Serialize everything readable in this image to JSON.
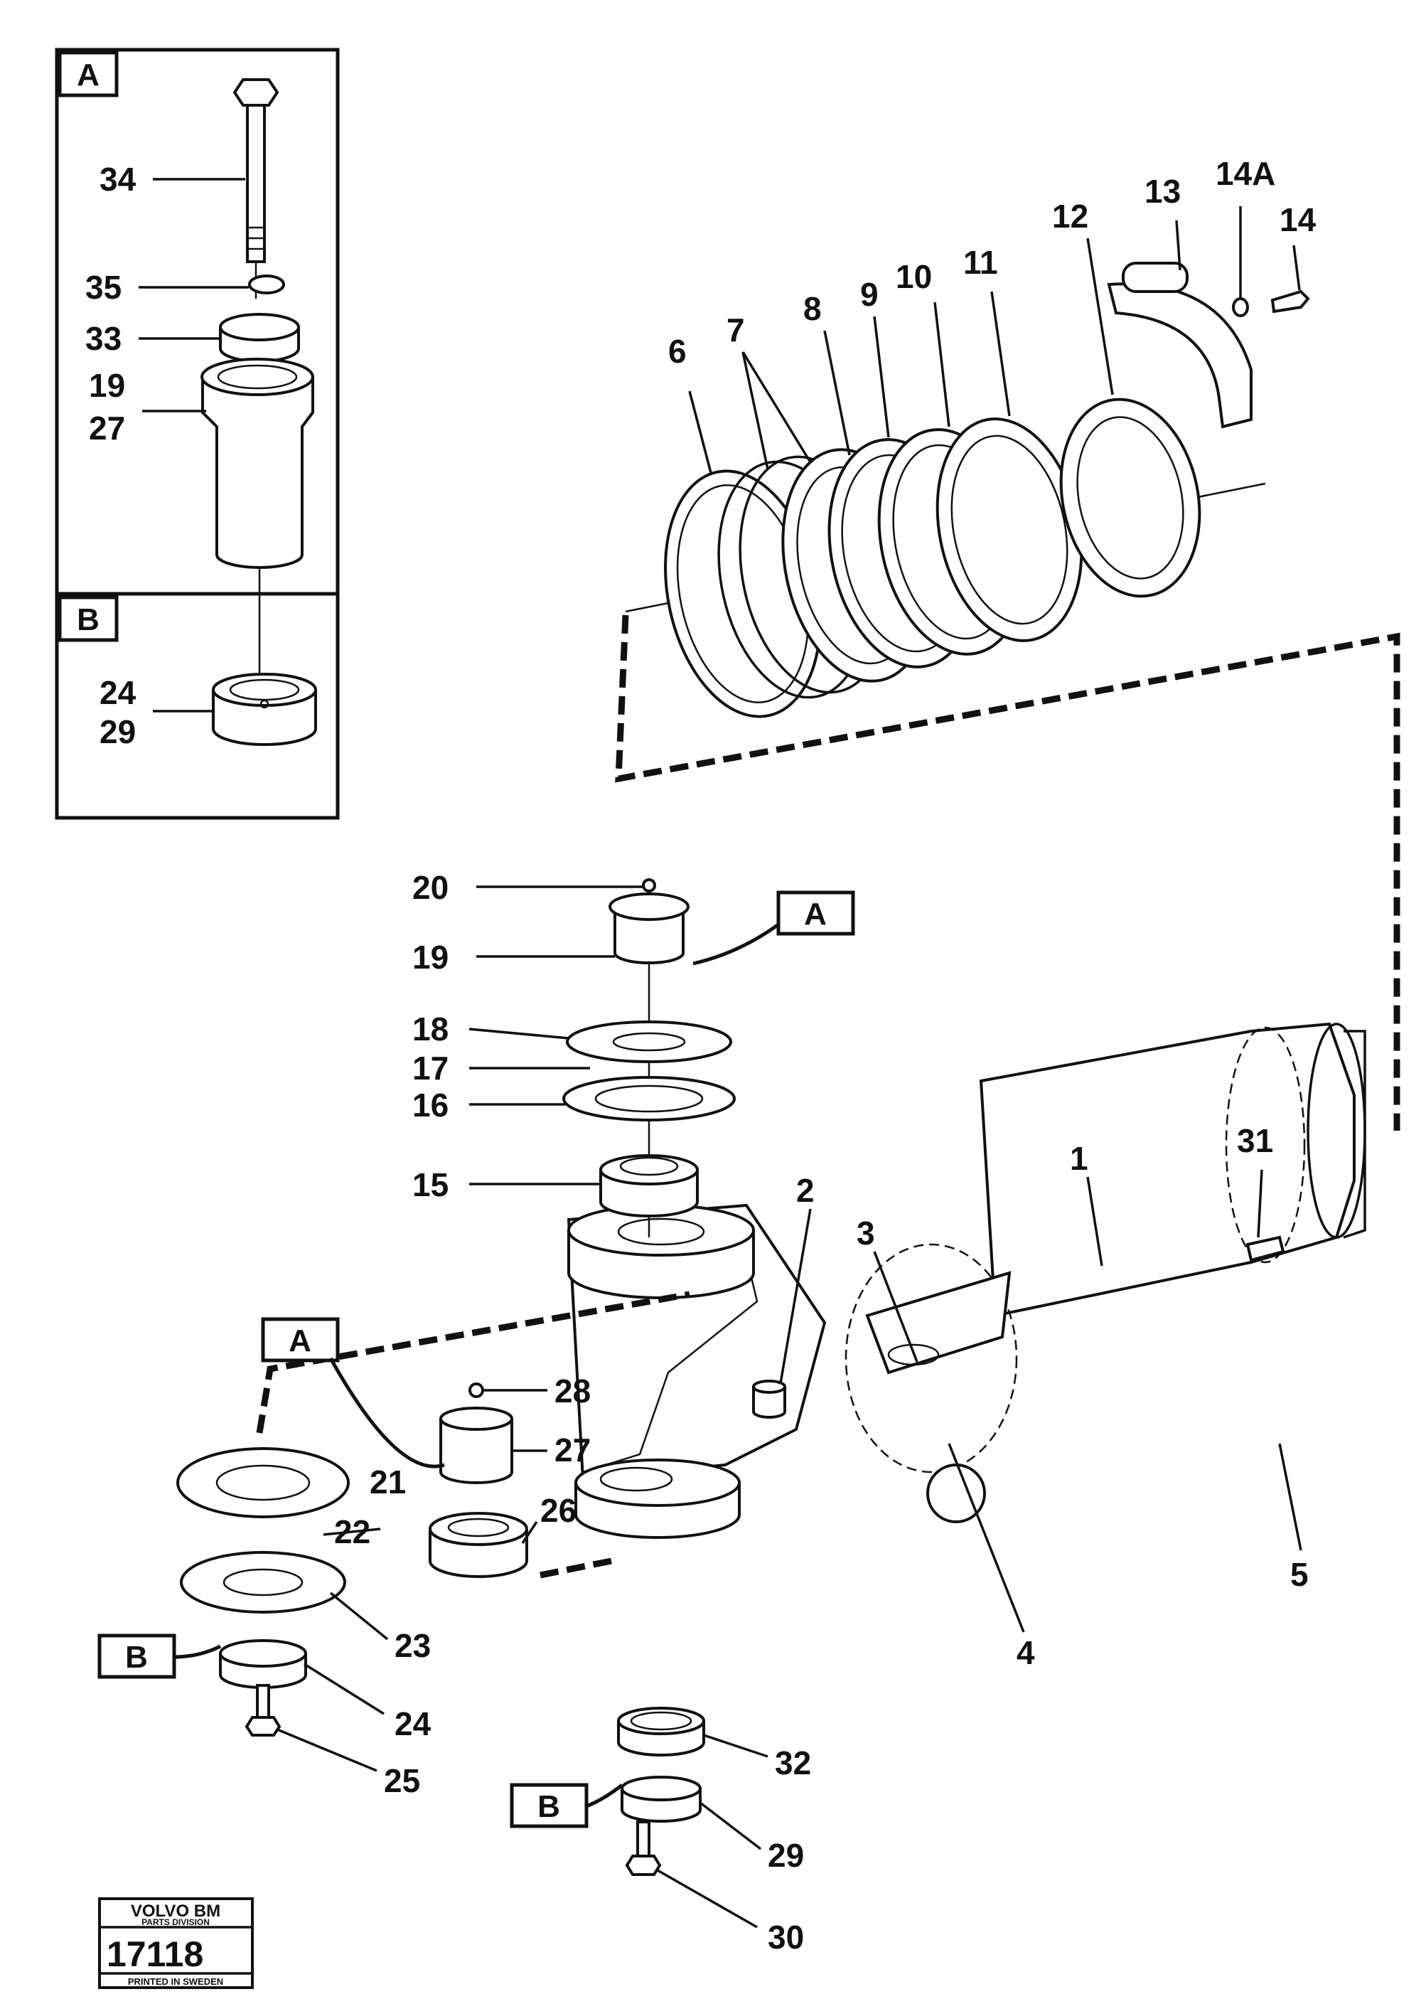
{
  "callouts": [
    "1",
    "2",
    "3",
    "4",
    "5",
    "6",
    "7",
    "8",
    "9",
    "10",
    "11",
    "12",
    "13",
    "14A",
    "14",
    "15",
    "16",
    "17",
    "18",
    "19",
    "20",
    "21",
    "22",
    "23",
    "24",
    "25",
    "26",
    "27",
    "28",
    "29",
    "30",
    "31",
    "32",
    "33",
    "34",
    "35"
  ],
  "inset_a": {
    "letter": "A",
    "labels": [
      "34",
      "35",
      "33",
      "19",
      "27"
    ]
  },
  "inset_b": {
    "letter": "B",
    "labels": [
      "24",
      "29"
    ]
  },
  "ref_boxes": [
    "A",
    "A",
    "B",
    "B"
  ],
  "stamp": {
    "brand": "VOLVO BM",
    "division": "PARTS DIVISION",
    "number": "17118",
    "printed": "PRINTED IN SWEDEN"
  }
}
